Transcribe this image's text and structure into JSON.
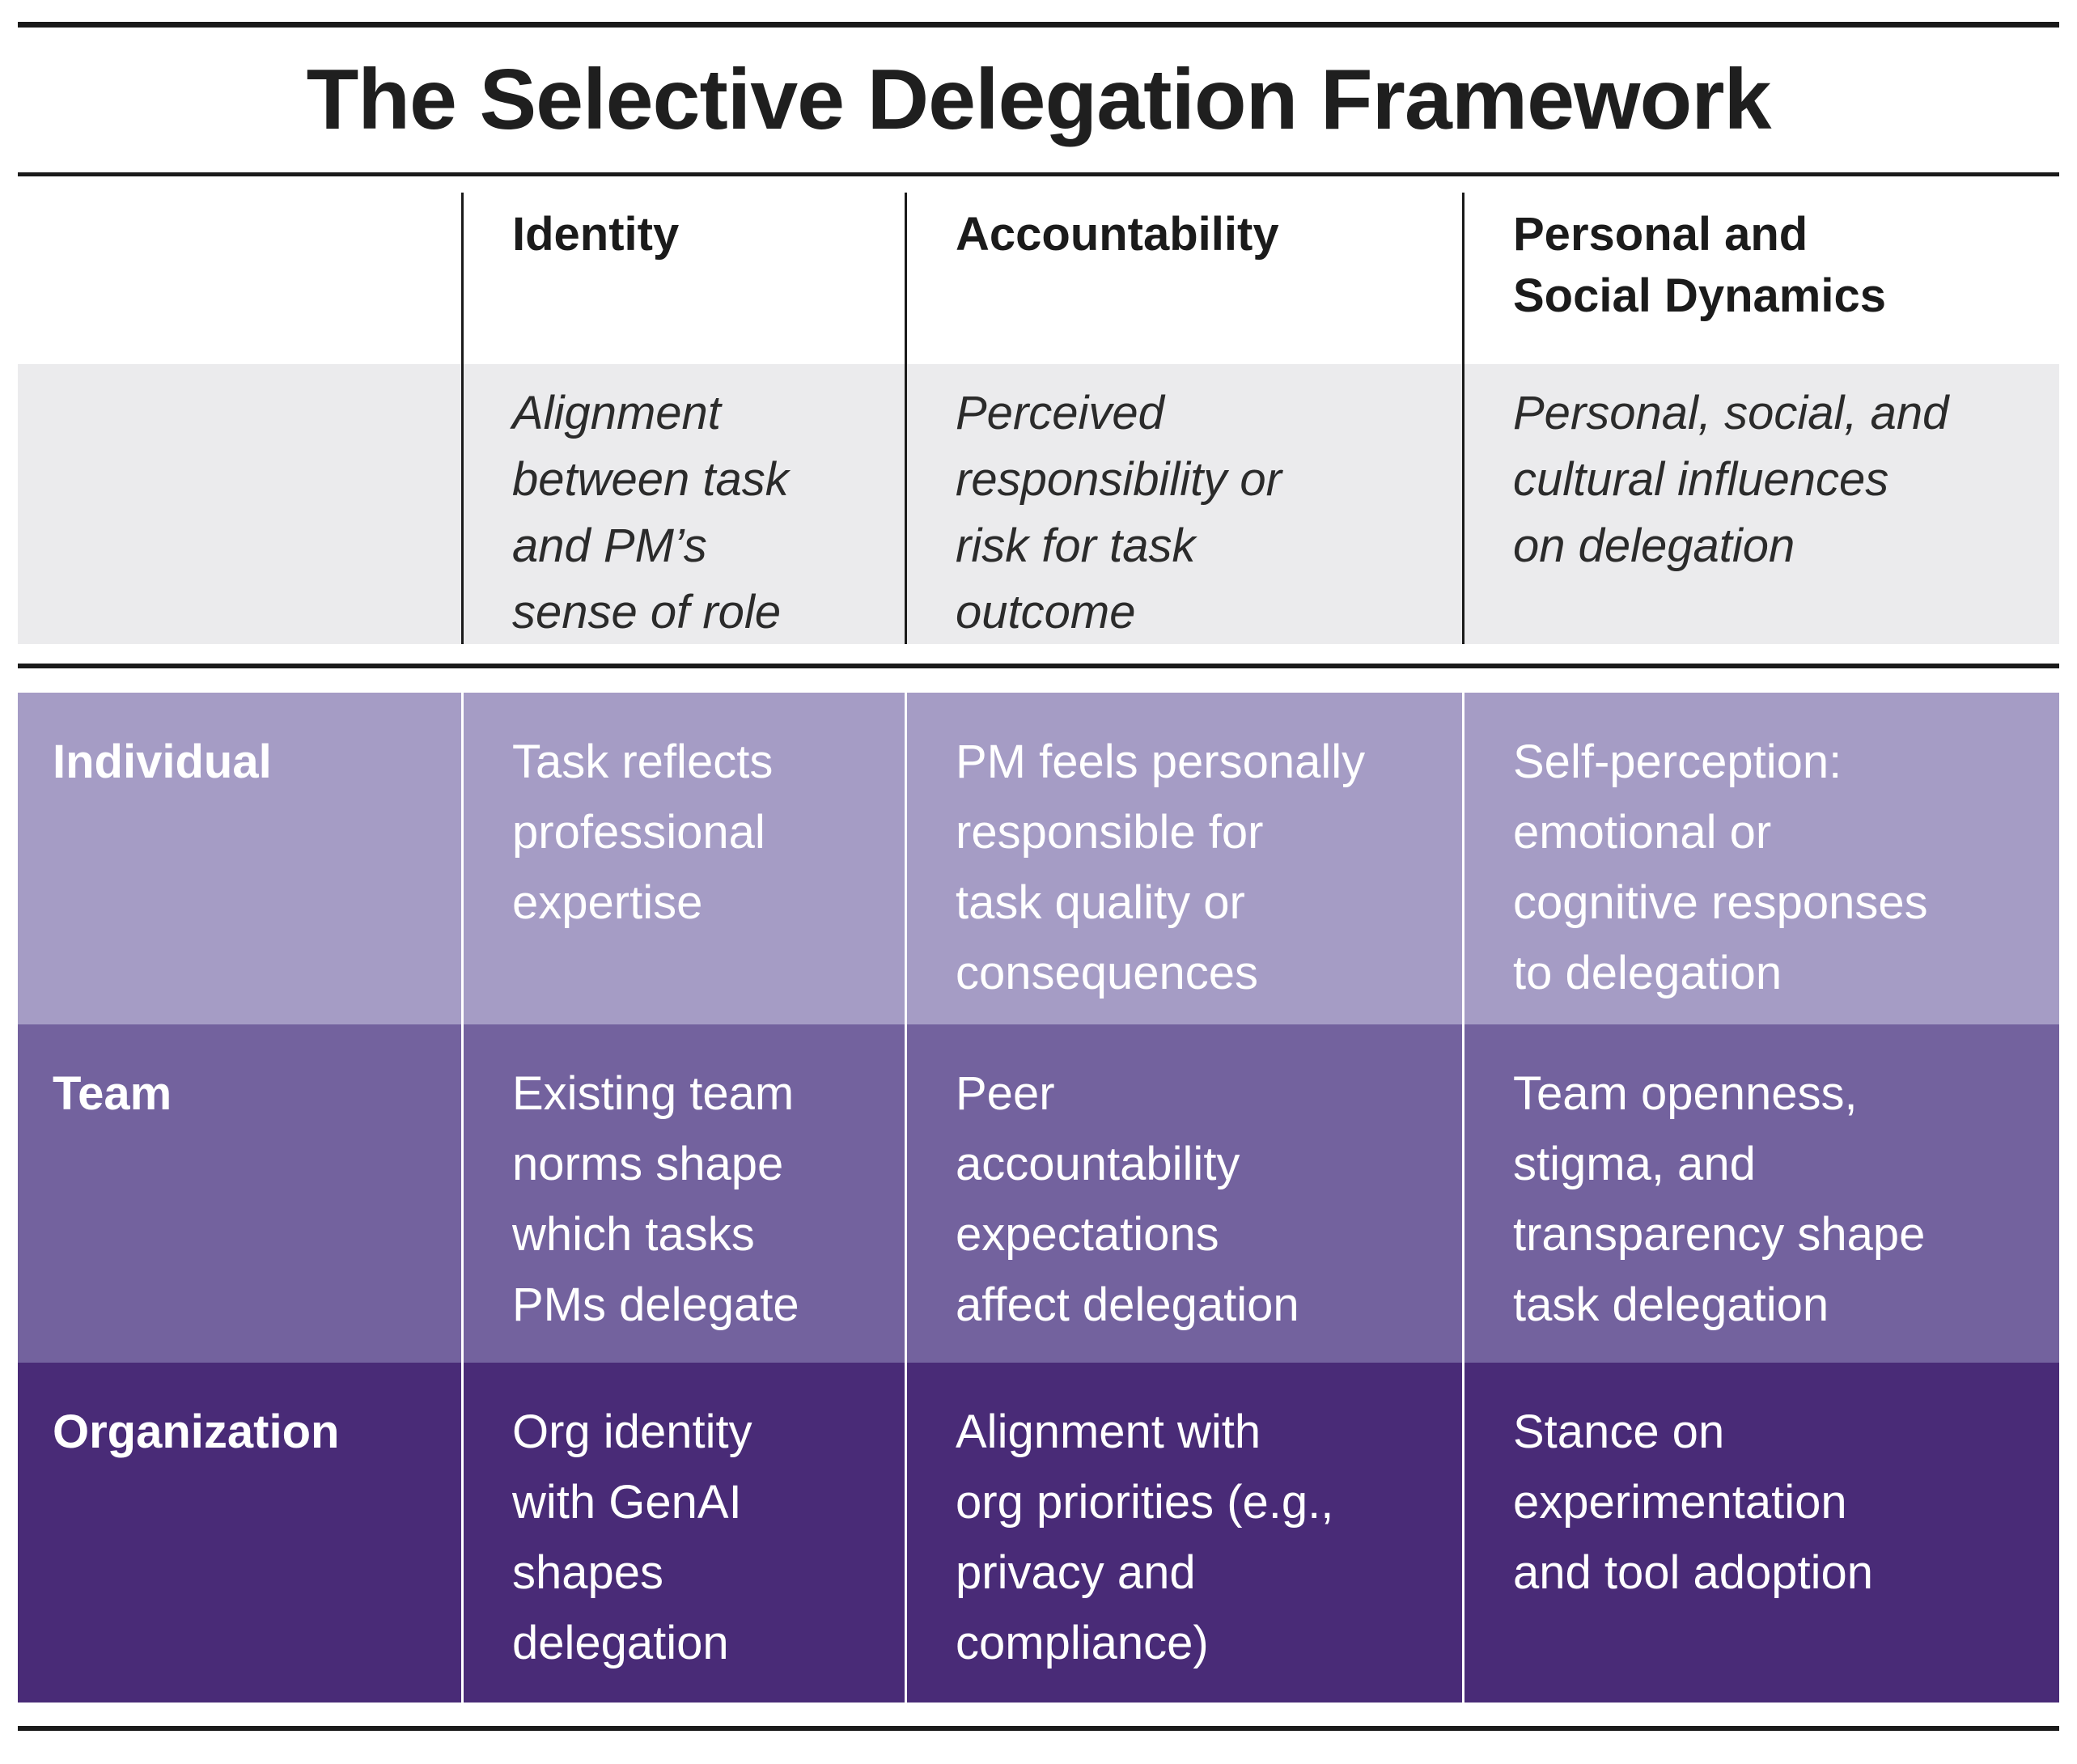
{
  "title": "The Selective Delegation Framework",
  "columns": [
    {
      "label": "Identity",
      "description": "Alignment\nbetween task\nand PM’s\nsense of role"
    },
    {
      "label": "Accountability",
      "description": "Perceived\nresponsibility or\nrisk for task\noutcome"
    },
    {
      "label": "Personal and\nSocial Dynamics",
      "description": "Personal, social, and\ncultural influences\non delegation"
    }
  ],
  "rows": [
    {
      "label": "Individual",
      "cells": [
        "Task reflects\nprofessional\nexpertise",
        "PM feels personally\nresponsible for\ntask quality or\nconsequences",
        "Self-perception:\nemotional or\ncognitive responses\nto delegation"
      ]
    },
    {
      "label": "Team",
      "cells": [
        "Existing team\nnorms shape\nwhich tasks\nPMs delegate",
        "Peer\naccountability\nexpectations\naffect delegation",
        "Team openness,\nstigma, and\ntransparency shape\ntask delegation"
      ]
    },
    {
      "label": "Organization",
      "cells": [
        "Org identity\nwith GenAI\nshapes\ndelegation",
        "Alignment with\norg priorities (e.g.,\nprivacy and\ncompliance)",
        "Stance on\nexperimentation\nand tool adoption"
      ]
    }
  ],
  "colors": {
    "rule": "#1a1a1a",
    "heading_text": "#1b1b1b",
    "description_band_bg": "#ebebed",
    "description_text": "#2b2b2b",
    "individual_row_bg": "#a59cc5",
    "team_row_bg": "#73629e",
    "organization_row_bg": "#492b77",
    "body_text": "#ffffff"
  }
}
